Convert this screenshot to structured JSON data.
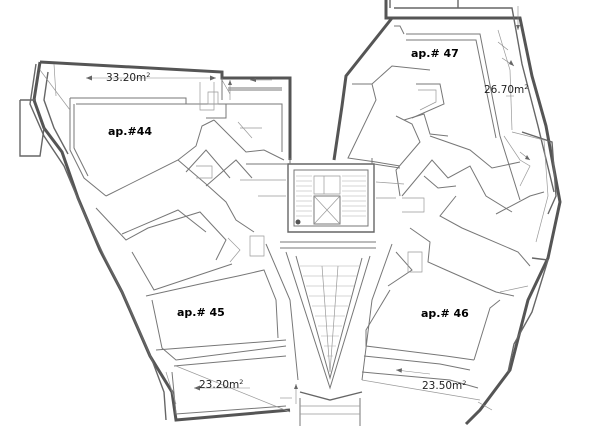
{
  "apartments": {
    "ap44": "ap.#44",
    "ap45": "ap.# 45",
    "ap46": "ap.# 46",
    "ap47": "ap.# 47"
  },
  "balconies": {
    "b44": {
      "value": "33.20m",
      "sup": "2"
    },
    "b45": {
      "value": "23.20m",
      "sup": "2"
    },
    "b46": {
      "value": "23.50m",
      "sup": "2"
    },
    "b47": {
      "value": "26.70m",
      "sup": "2"
    }
  }
}
